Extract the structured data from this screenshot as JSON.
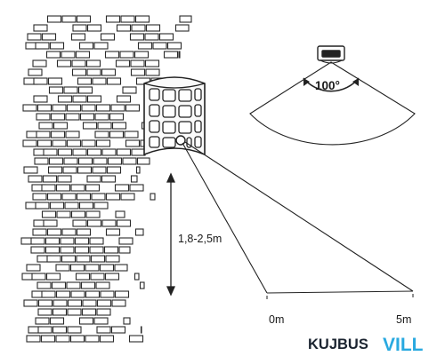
{
  "diagram": {
    "angle_label": "100°",
    "height_label": "1,8-2,5m",
    "distance_start_label": "0m",
    "distance_end_label": "5m"
  },
  "brand": {
    "part1": "KUJBUS",
    "part2": "VILL",
    "colors": {
      "part1": "#1b2430",
      "part2": "#29a9e0"
    }
  },
  "detection": {
    "angle_degrees": 100,
    "range_m": 5,
    "mount_height_min_m": 1.8,
    "mount_height_max_m": 2.5
  },
  "icons": {
    "wall": "brick-wall-icon",
    "lamp": "wall-lamp-icon",
    "sensor": "motion-sensor-icon"
  }
}
